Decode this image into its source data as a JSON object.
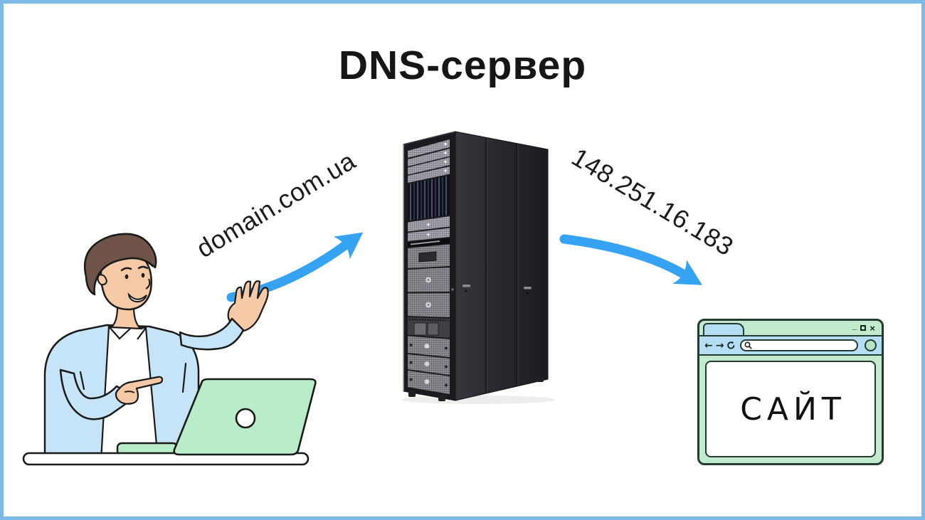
{
  "title": "DNS-сервер",
  "flow": {
    "request_label": "domain.com.ua",
    "response_label": "148.251.16.183"
  },
  "browser": {
    "controls": {
      "minimize": "_",
      "close": "×"
    },
    "toolbar": {
      "back": "←",
      "forward": "→"
    },
    "url_value": "",
    "page_text": "САЙТ"
  },
  "icons": {
    "refresh": "refresh-icon",
    "search": "search-icon",
    "maximize": "maximize-icon",
    "profile_circle": "profile-circle-icon",
    "request_arrow": "curved-arrow-right-up",
    "response_arrow": "curved-arrow-right-down"
  },
  "colors": {
    "frame_blue": "#7cb9e6",
    "arrow_blue": "#35a3f1",
    "window_green": "#c3e9cf",
    "toolbar_blue": "#b5ddf4",
    "outline_dark": "#223c30",
    "laptop_green": "#b9ecc8",
    "jacket_blue": "#c6e4f8",
    "skin": "#f6c9a6",
    "hair_brown": "#6f5348"
  }
}
